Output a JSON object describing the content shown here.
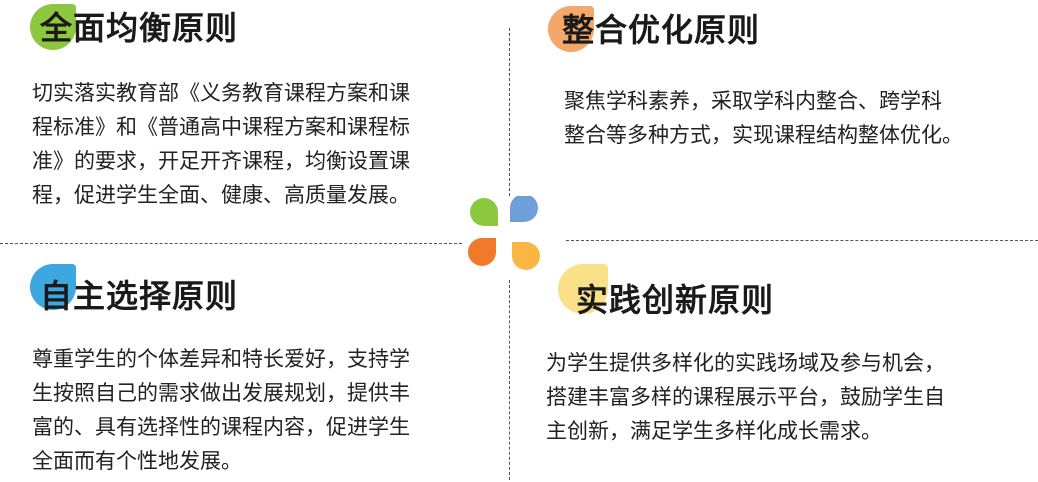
{
  "principles": [
    {
      "title": "全面均衡原则",
      "text": [
        "切实落实教育部《义务教育课程方案和课",
        "程标准》和《普通高中课程方案和课程标",
        "准》的要求，开足开齐课程，均衡设置课",
        "程，促进学生全面、健康、高质量发展。"
      ],
      "color": "#8dc63f"
    },
    {
      "title": "整合优化原则",
      "text": [
        "聚焦学科素养，采取学科内整合、跨学科",
        "整合等多种方式，实现课程结构整体优化。"
      ],
      "color": "#f4a76b"
    },
    {
      "title": "自主选择原则",
      "text": [
        "尊重学生的个体差异和特长爱好，支持学",
        "生按照自己的需求做出发展规划，提供丰",
        "富的、具有选择性的课程内容，促进学生",
        "全面而有个性地发展。"
      ],
      "color": "#3da8e0"
    },
    {
      "title": "实践创新原则",
      "text": [
        "为学生提供多样化的实践场域及参与机会，",
        "搭建丰富多样的课程展示平台，鼓励学生自",
        "主创新，满足学生多样化成长需求。"
      ],
      "color": "#fbe08a"
    }
  ],
  "center_icon": {
    "name": "four-petal-icon",
    "colors": [
      "#8dc63f",
      "#6f9fd8",
      "#f07a2a",
      "#f9b642"
    ]
  }
}
